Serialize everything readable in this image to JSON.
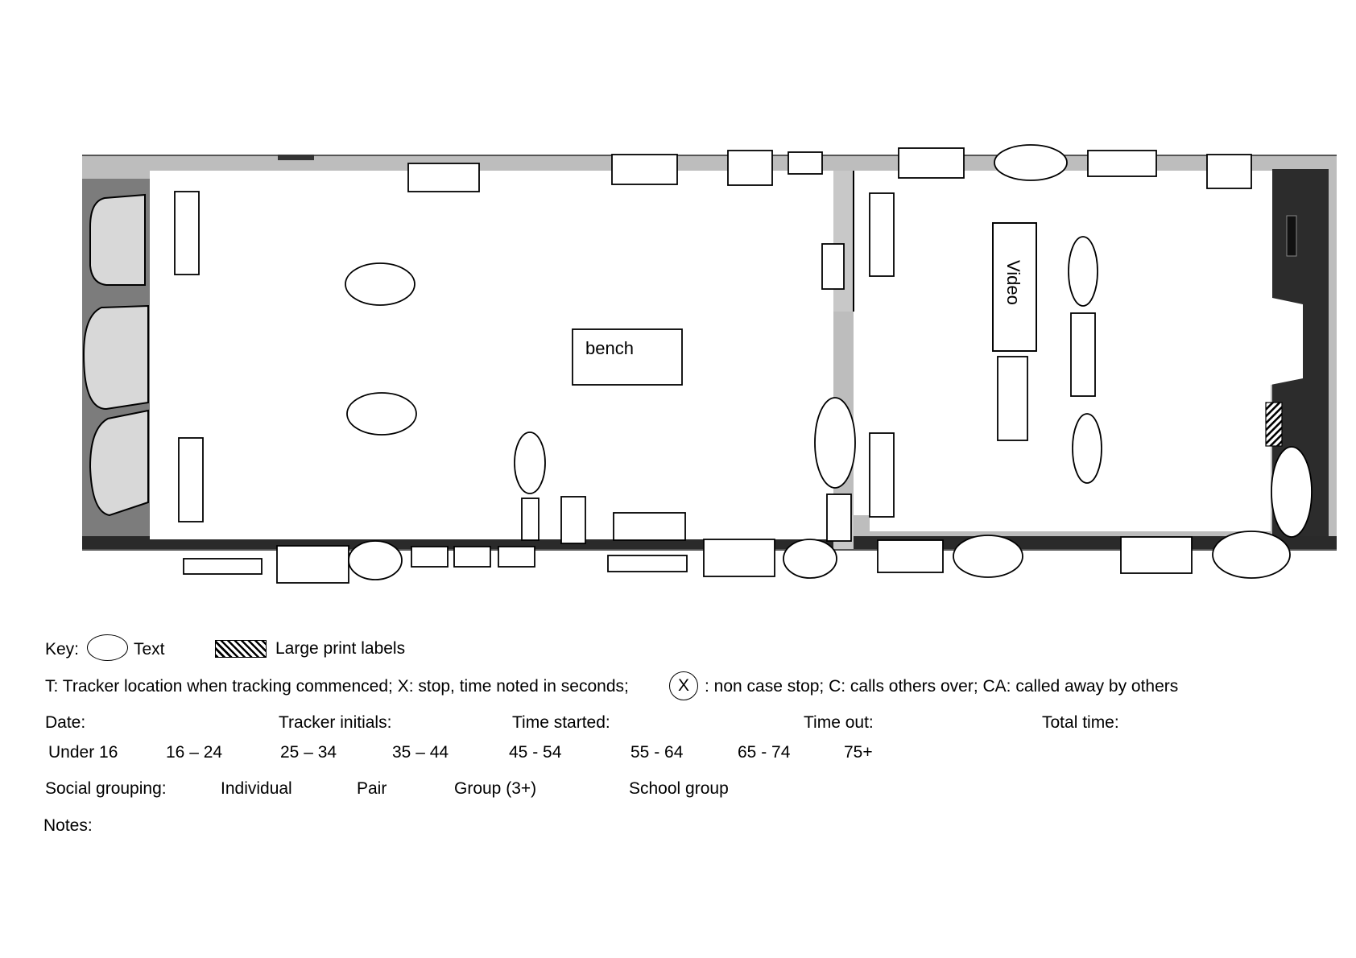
{
  "floorplan": {
    "labels": {
      "bench": "bench",
      "video": "Video"
    }
  },
  "key": {
    "prefix": "Key:",
    "text_label": "Text",
    "large_print_label": "Large print labels"
  },
  "legend": {
    "part1": "T: Tracker location when tracking commenced; X: stop, time noted in seconds;",
    "circle_symbol": "X",
    "part2": ": non case stop; C: calls others over; CA: called away by others"
  },
  "form_fields": {
    "date": "Date:",
    "tracker_initials": "Tracker initials:",
    "time_started": "Time started:",
    "time_out": "Time out:",
    "total_time": "Total time:"
  },
  "age_groups": [
    "Under 16",
    "16 – 24",
    "25 – 34",
    "35 – 44",
    "45 - 54",
    "55 - 64",
    "65 - 74",
    "75+"
  ],
  "social_grouping": {
    "label": "Social grouping:",
    "options": [
      "Individual",
      "Pair",
      "Group (3+)",
      "School group"
    ]
  },
  "notes_label": "Notes:"
}
